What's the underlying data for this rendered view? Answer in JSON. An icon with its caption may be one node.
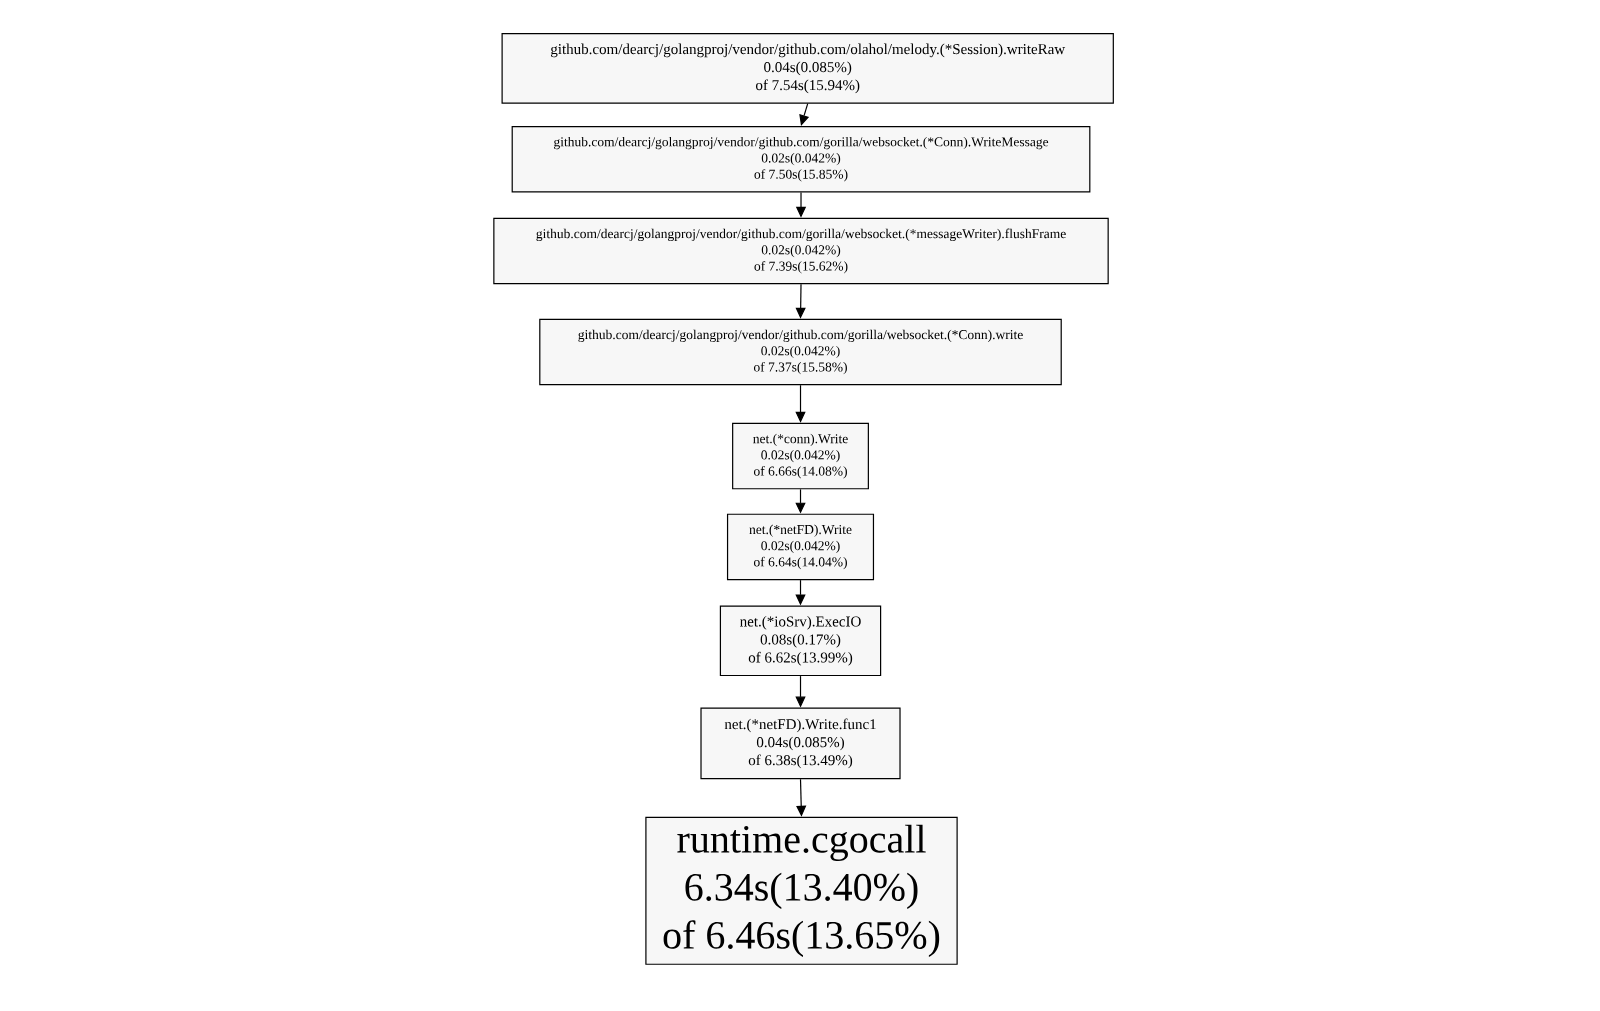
{
  "diagram": {
    "nodes": [
      {
        "text": [
          "github.com/dearcj/golangproj/vendor/github.com/olahol/melody.(*Session).writeRaw",
          "0.04s(0.085%)",
          "of 7.54s(15.94%)"
        ]
      },
      {
        "text": [
          "github.com/dearcj/golangproj/vendor/github.com/gorilla/websocket.(*Conn).WriteMessage",
          "0.02s(0.042%)",
          "of 7.50s(15.85%)"
        ]
      },
      {
        "text": [
          "github.com/dearcj/golangproj/vendor/github.com/gorilla/websocket.(*messageWriter).flushFrame",
          "0.02s(0.042%)",
          "of 7.39s(15.62%)"
        ]
      },
      {
        "text": [
          "github.com/dearcj/golangproj/vendor/github.com/gorilla/websocket.(*Conn).write",
          "0.02s(0.042%)",
          "of 7.37s(15.58%)"
        ]
      },
      {
        "text": [
          "net.(*conn).Write",
          "0.02s(0.042%)",
          "of 6.66s(14.08%)"
        ]
      },
      {
        "text": [
          "net.(*netFD).Write",
          "0.02s(0.042%)",
          "of 6.64s(14.04%)"
        ]
      },
      {
        "text": [
          "net.(*ioSrv).ExecIO",
          "0.08s(0.17%)",
          "of 6.62s(13.99%)"
        ]
      },
      {
        "text": [
          "net.(*netFD).Write.func1",
          "0.04s(0.085%)",
          "of 6.38s(13.49%)"
        ]
      },
      {
        "text": [
          "runtime.cgocall",
          "6.34s(13.40%)",
          "of 6.46s(13.65%)"
        ]
      }
    ],
    "edges": [
      {
        "from": 0,
        "to": 1,
        "arrow": "to"
      },
      {
        "from": 1,
        "to": 2,
        "arrow": "to"
      },
      {
        "from": 2,
        "to": 3,
        "arrow": "to"
      },
      {
        "from": 3,
        "to": 4,
        "arrow": "to"
      },
      {
        "from": 4,
        "to": 5,
        "arrow": "to"
      },
      {
        "from": 5,
        "to": 6,
        "arrow": "to"
      },
      {
        "from": 6,
        "to": 7,
        "arrow": "to"
      },
      {
        "from": 7,
        "to": 8,
        "arrow": "to"
      }
    ]
  }
}
